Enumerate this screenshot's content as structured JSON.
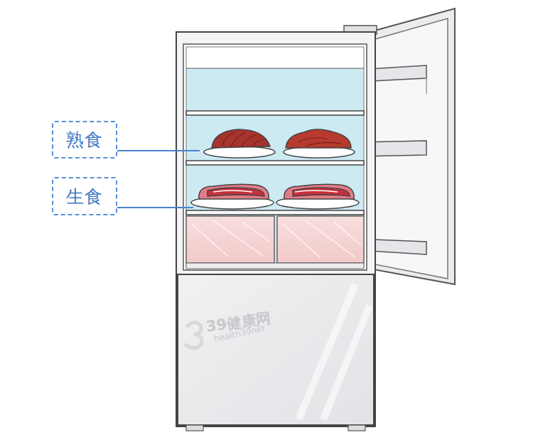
{
  "diagram": {
    "nodes": [
      {
        "text": [
          "熟食"
        ]
      },
      {
        "text": [
          "生食"
        ]
      }
    ],
    "labels": [
      "39健康网",
      "health39net"
    ]
  }
}
